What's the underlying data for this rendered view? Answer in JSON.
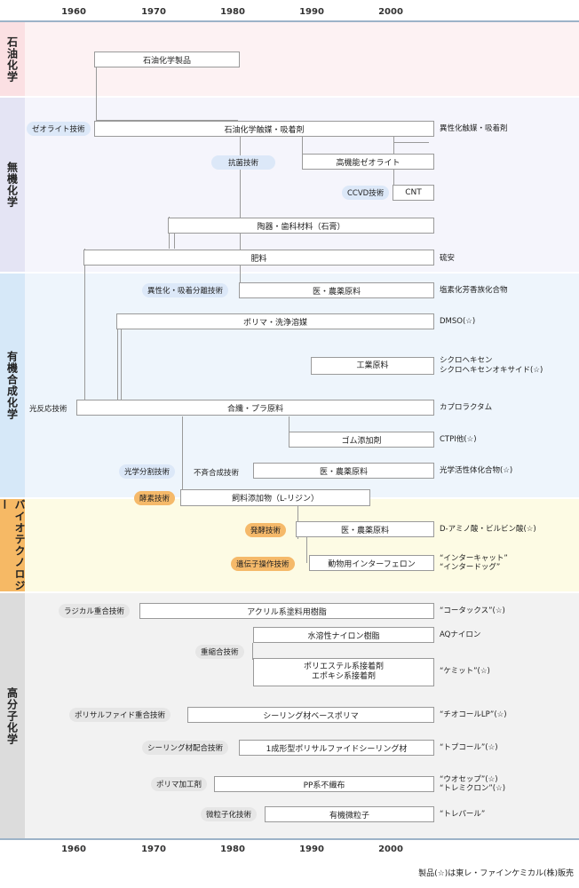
{
  "years": [
    "1960",
    "1970",
    "1980",
    "1990",
    "2000"
  ],
  "sections": {
    "petro": "石油化学",
    "inorganic": "無機化学",
    "organic": "有機合成化学",
    "bio": "バイオテクノロジー",
    "polymer": "高分子化学"
  },
  "boxes": {
    "petro_products": "石油化学製品",
    "catalyst": "石油化学触媒・吸着剤",
    "zeolite": "高機能ゼオライト",
    "cnt": "CNT",
    "ceramic": "陶器・歯科材料（石膏）",
    "fertilizer": "肥料",
    "pharma1": "医・農薬原料",
    "solvent": "ポリマ・洗浄溶媒",
    "industrial": "工業原料",
    "fiber": "合纖・プラ原料",
    "rubber": "ゴム添加剤",
    "pharma2": "医・農薬原料",
    "feed": "飼料添加物（L-リジン）",
    "pharma3": "医・農薬原料",
    "interferon": "動物用インターフェロン",
    "acrylic": "アクリル系塗料用樹脂",
    "nylon": "水溶性ナイロン樹脂",
    "adhesive_1": "ポリエステル系接着剤",
    "adhesive_2": "エポキシ系接着剤",
    "sealing": "シーリング材ベースポリマ",
    "polysulfide": "1成形型ポリサルファイドシーリング材",
    "nonwoven": "PP系不織布",
    "particle": "有機微粒子"
  },
  "techs": {
    "zeolite_tech": "ゼオライト技術",
    "antibacterial": "抗菌技術",
    "cvd": "CCVD技術",
    "isomer_sep": "異性化・吸着分離技術",
    "photo_reaction": "光反応技術",
    "optical_sep": "光学分割技術",
    "asym_synth": "不斉合成技術",
    "enzyme": "酵素技術",
    "fermentation": "発酵技術",
    "genetic": "遺伝子操作技術",
    "radical": "ラジカル重合技術",
    "polycond": "重縮合技術",
    "polysulfide_poly": "ポリサルファイド重合技術",
    "sealing_mix": "シーリング材配合技術",
    "polymer_proc": "ポリマ加工剤",
    "micro": "微粒子化技術"
  },
  "products": {
    "catalyst_r": "異性化触媒・吸着剤",
    "fertilizer_r": "硫安",
    "pharma1_r": "塩素化芳香族化合物",
    "solvent_r": "DMSO(☆)",
    "industrial_r1": "シクロヘキセン",
    "industrial_r2": "シクロヘキセンオキサイド(☆)",
    "fiber_r": "カプロラクタム",
    "rubber_r": "CTPI他(☆)",
    "pharma2_r": "光学活性体化合物(☆)",
    "pharma3_r": "D-アミノ酸・ビルビン酸(☆)",
    "interferon_r1": "“インターキャット”",
    "interferon_r2": "“インタードッグ”",
    "acrylic_r": "“コータックス”(☆)",
    "nylon_r": "AQナイロン",
    "adhesive_r": "“ケミット”(☆)",
    "sealing_r": "“チオコールLP”(☆)",
    "polysulfide_r": "“トプコール”(☆)",
    "nonwoven_r1": "“ウオセップ”(☆)",
    "nonwoven_r2": "“トレミクロン”(☆)",
    "particle_r": "“トレパール”"
  },
  "footnote": "製品(☆)は東レ・ファインケミカル(株)販売",
  "colors": {
    "petro_bg": "#fdf2f3",
    "petro_side": "#fbe0e3",
    "inorganic_bg": "#f5f5fc",
    "inorganic_side": "#e4e4f4",
    "organic_bg": "#eef5fc",
    "organic_side": "#d6e8f8",
    "bio_bg": "#fdfbe4",
    "bio_side": "#f6b965",
    "polymer_bg": "#f2f2f2",
    "polymer_side": "#dcdcdc"
  }
}
